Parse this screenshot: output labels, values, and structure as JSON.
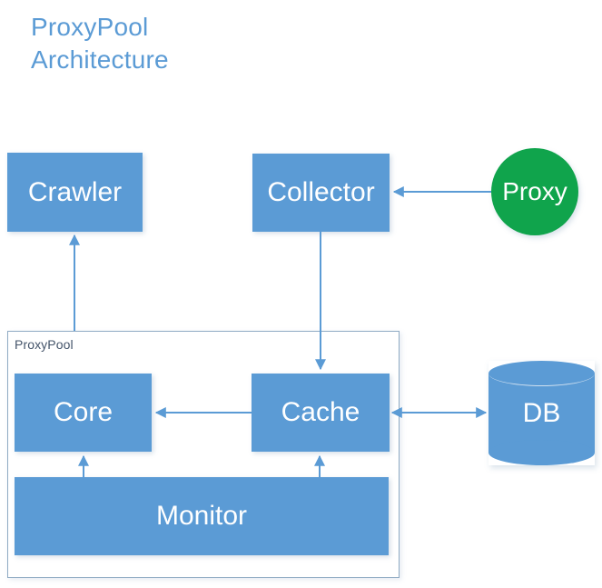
{
  "title": {
    "text": "ProxyPool\nArchitecture",
    "color": "#5B9BD5"
  },
  "palette": {
    "node_blue": "#5B9BD5",
    "proxy_green": "#10A44C",
    "group_border": "#8FAAC3",
    "group_label": "#44546A",
    "connector": "#5B9BD5",
    "node_text": "#FFFFFF",
    "background": "#FFFFFF"
  },
  "group": {
    "label": "ProxyPool"
  },
  "nodes": {
    "crawler": {
      "label": "Crawler",
      "shape": "rect",
      "color": "#5B9BD5"
    },
    "collector": {
      "label": "Collector",
      "shape": "rect",
      "color": "#5B9BD5"
    },
    "proxy": {
      "label": "Proxy",
      "shape": "circle",
      "color": "#10A44C"
    },
    "core": {
      "label": "Core",
      "shape": "rect",
      "color": "#5B9BD5"
    },
    "cache": {
      "label": "Cache",
      "shape": "rect",
      "color": "#5B9BD5"
    },
    "monitor": {
      "label": "Monitor",
      "shape": "rect",
      "color": "#5B9BD5"
    },
    "db": {
      "label": "DB",
      "shape": "cylinder",
      "color": "#5B9BD5"
    }
  },
  "edges": [
    {
      "id": "proxy-to-collector",
      "from": "proxy",
      "to": "collector",
      "arrows": "end"
    },
    {
      "id": "collector-to-cache",
      "from": "collector",
      "to": "cache",
      "arrows": "end"
    },
    {
      "id": "cache-to-core",
      "from": "cache",
      "to": "core",
      "arrows": "end"
    },
    {
      "id": "cache-to-db",
      "from": "cache",
      "to": "db",
      "arrows": "both"
    },
    {
      "id": "core-to-crawler",
      "from": "core",
      "to": "crawler",
      "arrows": "end"
    },
    {
      "id": "monitor-to-core",
      "from": "monitor",
      "to": "core",
      "arrows": "end"
    },
    {
      "id": "monitor-to-cache",
      "from": "monitor",
      "to": "cache",
      "arrows": "end"
    }
  ]
}
